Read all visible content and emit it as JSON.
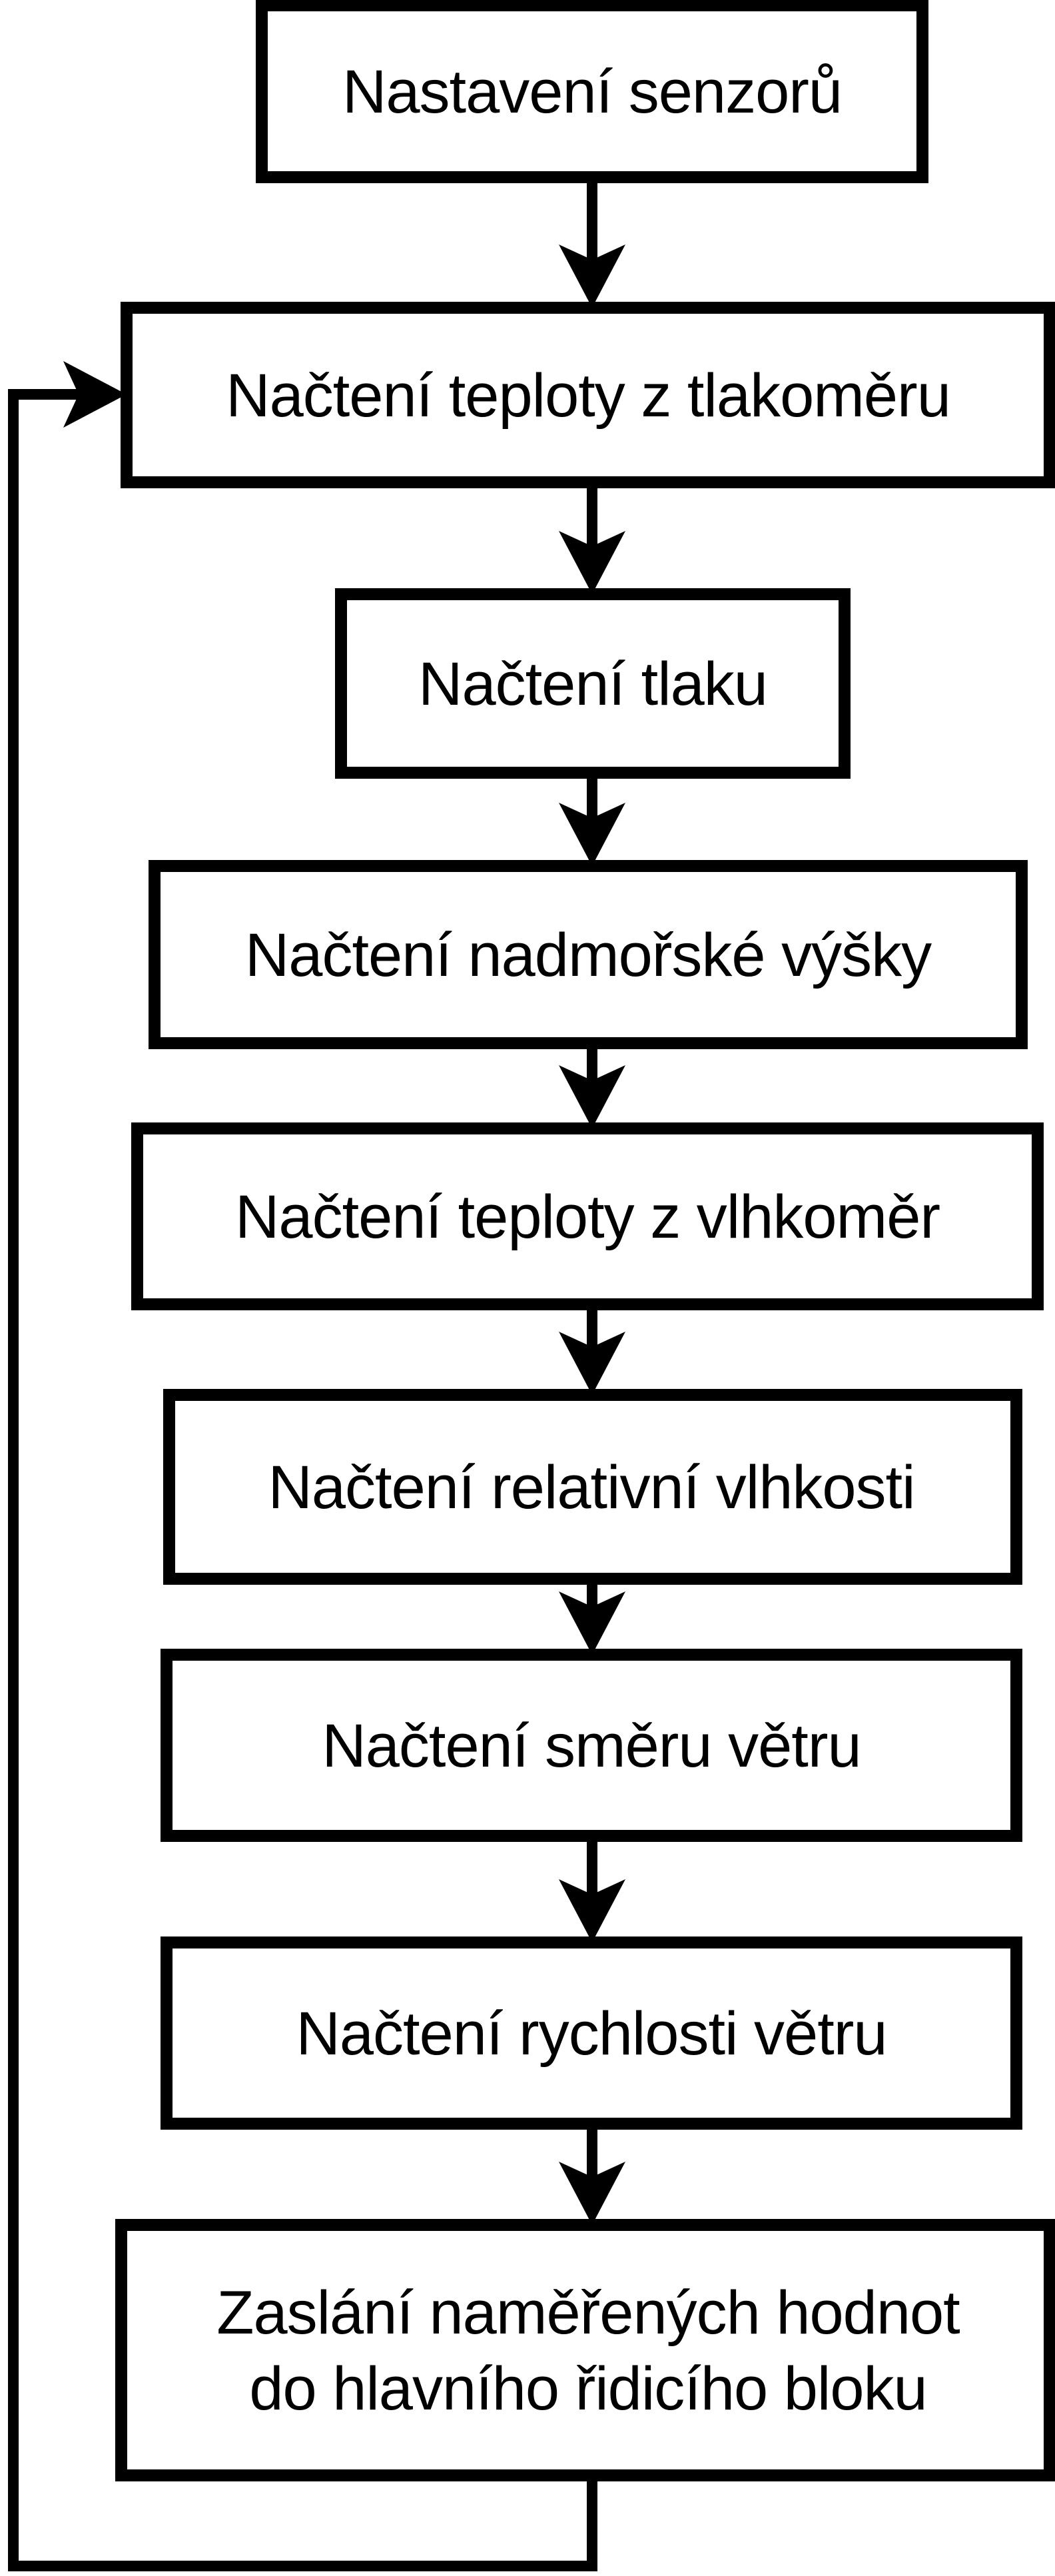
{
  "diagram": {
    "type": "flowchart",
    "background_color": "#ffffff",
    "stroke_color": "#000000",
    "nodes": [
      {
        "id": "nastaveni-senzoru",
        "label": "Nastavení senzorů"
      },
      {
        "id": "nacteni-teploty-z-tlakomeru",
        "label": "Načtení teploty z tlakoměru"
      },
      {
        "id": "nacteni-tlaku",
        "label": "Načtení tlaku"
      },
      {
        "id": "nacteni-nadmorske-vysky",
        "label": "Načtení nadmořské výšky"
      },
      {
        "id": "nacteni-teploty-z-vlhkomer",
        "label": "Načtení teploty z vlhkoměr"
      },
      {
        "id": "nacteni-relativni-vlhkosti",
        "label": "Načtení relativní vlhkosti"
      },
      {
        "id": "nacteni-smeru-vetru",
        "label": "Načtení směru větru"
      },
      {
        "id": "nacteni-rychlosti-vetru",
        "label": "Načtení rychlosti větru"
      },
      {
        "id": "zaslani-namerenych-hodnot",
        "label": "Zaslání naměřených hodnot do hlavního řidicího bloku",
        "lines": [
          "Zaslání naměřených hodnot",
          "do hlavního řidicího bloku"
        ]
      }
    ],
    "edges": [
      {
        "from": "nastaveni-senzoru",
        "to": "nacteni-teploty-z-tlakomeru",
        "kind": "forward"
      },
      {
        "from": "nacteni-teploty-z-tlakomeru",
        "to": "nacteni-tlaku",
        "kind": "forward"
      },
      {
        "from": "nacteni-tlaku",
        "to": "nacteni-nadmorske-vysky",
        "kind": "forward"
      },
      {
        "from": "nacteni-nadmorske-vysky",
        "to": "nacteni-teploty-z-vlhkomer",
        "kind": "forward"
      },
      {
        "from": "nacteni-teploty-z-vlhkomer",
        "to": "nacteni-relativni-vlhkosti",
        "kind": "forward"
      },
      {
        "from": "nacteni-relativni-vlhkosti",
        "to": "nacteni-smeru-vetru",
        "kind": "forward"
      },
      {
        "from": "nacteni-smeru-vetru",
        "to": "nacteni-rychlosti-vetru",
        "kind": "forward"
      },
      {
        "from": "nacteni-rychlosti-vetru",
        "to": "zaslani-namerenych-hodnot",
        "kind": "forward"
      },
      {
        "from": "zaslani-namerenych-hodnot",
        "to": "nacteni-teploty-z-tlakomeru",
        "kind": "loop-back"
      }
    ]
  }
}
